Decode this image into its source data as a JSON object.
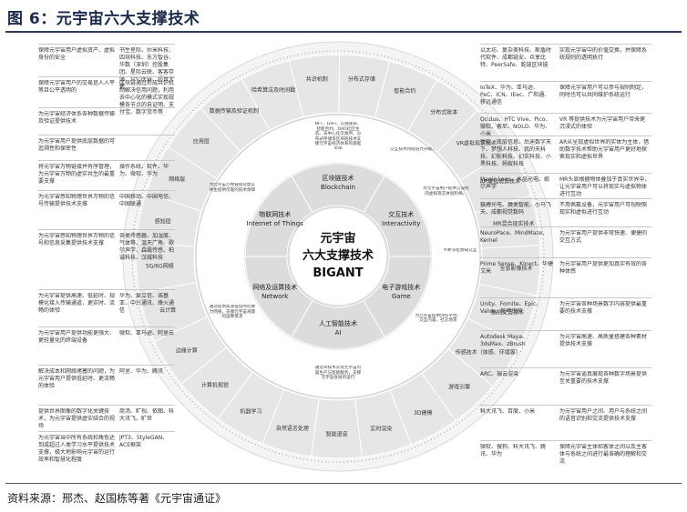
{
  "title": "图 6：元宇宙六大支撑技术",
  "source": "资料来源：邢杰、赵国栋等著《元宇宙通证》",
  "center": {
    "line1": "元宇宙",
    "line2": "六大支撑技术",
    "line3": "BIGANT"
  },
  "core": [
    {
      "zh": "区块链技术",
      "en": "Blockchain"
    },
    {
      "zh": "交互技术",
      "en": "Interactivity"
    },
    {
      "zh": "电子游戏技术",
      "en": "Game"
    },
    {
      "zh": "人工智能技术",
      "en": "AI"
    },
    {
      "zh": "网络及运算技术",
      "en": "Network"
    },
    {
      "zh": "物联网技术",
      "en": "Internet of Things"
    }
  ],
  "middle_ring": [
    "NFT、DeFi、公链速率、智能合约、DAO社区生态、去中心化交易所、分布式存储等区块链技术支撑元宇宙经济体系的基础设施",
    "交互技术持续迭代升级，",
    "为元宇宙用户提供沉浸式的虚拟现实体验阶梯，",
    "不断深化感知交互",
    "为元宇宙提供创作平台、交互内容、社交场景",
    "通过AI技术实现元宇宙内容生产与智能服务，支撑元宇宙各层的运行",
    "通过提供高速低延时的算力网络，支撑元宇宙海量的运算需求",
    "为元宇宙万物链接及虚实共生提供可靠的技术保障"
  ],
  "outer_ring": [
    "共识机制",
    "分布式存储",
    "智能合约",
    "分布式账本",
    "VR虚拟现实技术",
    "AR增强现实技术",
    "MR混合现实技术",
    "全息影像技术",
    "脑机交互技术",
    "传感技术（体感、环境等）",
    "游戏引擎",
    "3D建模",
    "实时渲染",
    "智能语音",
    "自然语言处理",
    "机器学习",
    "计算机视觉",
    "边缘计算",
    "云计算",
    "5G/6G网络",
    "感知层",
    "网络层",
    "应用层",
    "数据传输及验证机制",
    "哈希算法及时间戳"
  ],
  "left_boxes": [
    {
      "role": "为元宇宙用户资产安全与身份提供保障，",
      "text": "保障元宇宙用户虚拟资产、虚拟身份的安全",
      "examples": "书生星际、炒米科技、四块科技、东方智谷、华数（深圳）控股集团、星际云联、客客存储、众亿医链、超算大佬"
    },
    {
      "role": "",
      "text": "保障元宇宙用户的交易是人人平等且公平透明的",
      "examples": "区块链通过形成共识机制解决信用问题，利用去中心化的模式实现规模各节点的自证明、支付宝、数字货币等"
    },
    {
      "role": "",
      "text": "为元宇宙经济体系各种数据传输及验证提供技术",
      "examples": ""
    },
    {
      "role": "",
      "text": "为元宇宙用户提供底层数据的可追溯性和保密性",
      "examples": ""
    },
    {
      "role": "",
      "text": "将元宇宙万物链接并有序管理，为元宇宙万物的虚实共生的最重要支撑",
      "examples": "操作系统、软件、华为、微软、华为"
    },
    {
      "role": "",
      "text": "为元宇宙感知物理世界万物的信号传输提供技术支撑",
      "examples": "中国移动、中国电信、中国联通"
    },
    {
      "role": "",
      "text": "为元宇宙感知物理世界万物的信号和信息采集提供技术支撑",
      "examples": "各类传感器、加湿度、气体等、温天广角、歌尔声学、森霸传感、柏诚科技、汉威科技"
    },
    {
      "role": "",
      "text": "为元宇宙提供高速、低延时、规模化接入传输通道，更实时、流畅的体验",
      "examples": "华为、爱立信、诺基亚、中兴通讯、烽火通信"
    },
    {
      "role": "",
      "text": "为元宇宙用户提供功能更强大、更轻量化的终端设备",
      "examples": "微软、亚马逊、阿里云"
    },
    {
      "role": "",
      "text": "解决成本和网络堵塞的问题，为元宇宙用户提供低延时、更流畅的体验",
      "examples": "阿里、华为、腾讯"
    },
    {
      "role": "",
      "text": "提供世界图像的数字化关键技术，为元宇宙提供虚实结合的视场",
      "examples": "商汤、旷视、依图、科大讯飞、旷世"
    },
    {
      "role": "",
      "text": "为元宇宙当中所有系统和角色达到或超过人类学习水平提供技术支撑，极大地影响元宇宙的运行效率和智慧化程度",
      "examples": "JPT3、StyleGAN、ACE框架"
    }
  ],
  "right_boxes": [
    {
      "examples": "以太坊、复杂美科技、斯盾时代软件、成都链安、众享比特、PeerSafe、乾链区块链",
      "text": "实现元宇宙中的价值交换，并保障系统规则的透明执行"
    },
    {
      "examples": "IoTeX、华为、亚马逊、PeC、ICN、IEec、广和通、移远通信",
      "text": "保障元宇宙用户可以参与规则制定，同时也可以共同维护系统运行"
    },
    {
      "examples": "Oculus、HTC Vive、Pico、微软、索尼、NOLO、华为、小米",
      "text": "VR 等提供技术为元宇宙用户带来更沉浸式的体验"
    },
    {
      "examples": "微软、底层信息、后迪数字天下、梦想人科技、我的天科技、幻影科技、幻实科技、小黑科技、蚂蚁科技",
      "text": "AR从呈现虚拟世界的实体为主体，借助数字技术帮助元宇宙用户更好地探索现实和虚拟世界"
    },
    {
      "examples": "Magic Leap、水晶光电、歌尔声学",
      "text": "MR头显根据物体叠加于真实世界中，让元宇宙用户可以将现实与虚拟物体进行互动"
    },
    {
      "examples": "猫搏光电、猿类智能、小马飞天、成都视觉数码",
      "text": "不用佩戴设备，元宇宙用户可视映照现实和虚拟进行互动"
    },
    {
      "examples": "NeuroPace、MindMaze、Kernel",
      "text": "为元宇宙用户提供非常快速、便捷的交互方式"
    },
    {
      "examples": "Prime Sense、Kinect、华捷艾米",
      "text": "为元宇宙用户提供更加真实有效的各种体感"
    },
    {
      "examples": "Unity、Fornite、Epic、Valve、乾坤代码",
      "text": "为元宇宙各种场景数字内容提供最重要的技术支撑"
    },
    {
      "examples": "Autodesk Maya、3dsMax、zBrush",
      "text": "为元宇宙高速、高质量搭建各种素材提供技术支撑"
    },
    {
      "examples": "ARC、瑞云渲染",
      "text": "为元宇宙逼真展现各种数字场景提供至关重要的技术支撑"
    },
    {
      "examples": "科大讯飞、百度、小米",
      "text": "为元宇宙用户之间、用户与系统之间的语音识别和交流提供技术支撑"
    },
    {
      "examples": "微软、搜狗、科大讯飞、腾讯、华为",
      "text": "保障元宇宙主体和客体之间以及主客体与系统之间进行最准确的理解和交流"
    }
  ]
}
